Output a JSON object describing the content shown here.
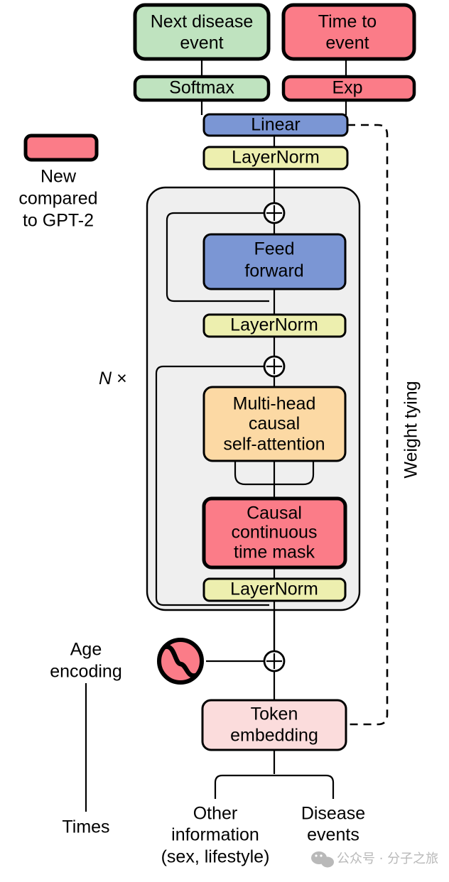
{
  "title": "Transformer-based disease event model architecture (GPT-2 style)",
  "legend": {
    "swatch_color": "#FB7C88",
    "label_lines": [
      "New",
      "compared",
      "to GPT-2"
    ],
    "label_text": "New compared to GPT-2"
  },
  "colors": {
    "green": "#BFE3BF",
    "red": "#FB7C88",
    "blue": "#7B96D4",
    "yellow": "#EDEFAF",
    "orange": "#FCD9A4",
    "pink_light": "#FBDCDC",
    "block_gray": "#EFEFEF",
    "stroke": "#000000"
  },
  "nodes": {
    "next_disease_event": {
      "label": "Next disease event",
      "lines": [
        "Next disease",
        "event"
      ],
      "color": "#BFE3BF"
    },
    "time_to_event": {
      "label": "Time to event",
      "lines": [
        "Time to",
        "event"
      ],
      "color": "#FB7C88"
    },
    "softmax": {
      "label": "Softmax",
      "lines": [
        "Softmax"
      ],
      "color": "#BFE3BF"
    },
    "exp": {
      "label": "Exp",
      "lines": [
        "Exp"
      ],
      "color": "#FB7C88"
    },
    "linear": {
      "label": "Linear",
      "lines": [
        "Linear"
      ],
      "color": "#7B96D4"
    },
    "layernorm_top": {
      "label": "LayerNorm",
      "lines": [
        "LayerNorm"
      ],
      "color": "#EDEFAF"
    },
    "feed_forward": {
      "label": "Feed forward",
      "lines": [
        "Feed",
        "forward"
      ],
      "color": "#7B96D4"
    },
    "layernorm_mid": {
      "label": "LayerNorm",
      "lines": [
        "LayerNorm"
      ],
      "color": "#EDEFAF"
    },
    "attention": {
      "label": "Multi-head causal self-attention",
      "lines": [
        "Multi-head",
        "causal",
        "self-attention"
      ],
      "color": "#FCD9A4"
    },
    "causal_mask": {
      "label": "Causal continuous time mask",
      "lines": [
        "Causal",
        "continuous",
        "time mask"
      ],
      "color": "#FB7C88"
    },
    "layernorm_bottom": {
      "label": "LayerNorm",
      "lines": [
        "LayerNorm"
      ],
      "color": "#EDEFAF"
    },
    "token_embedding": {
      "label": "Token embedding",
      "lines": [
        "Token",
        "embedding"
      ],
      "color": "#FBDCDC"
    }
  },
  "annotations": {
    "repeat_block": {
      "n_symbol": "N",
      "times_symbol": "×",
      "text": "N ×"
    },
    "weight_tying": "Weight tying",
    "age_encoding": {
      "lines": [
        "Age",
        "encoding"
      ],
      "text": "Age encoding",
      "icon": "sine-wave-circle-icon"
    },
    "times": "Times",
    "other_information": {
      "lines": [
        "Other",
        "information",
        "(sex, lifestyle)"
      ],
      "text": "Other information (sex, lifestyle)"
    },
    "disease_events": {
      "lines": [
        "Disease",
        "events"
      ],
      "text": "Disease events"
    },
    "residual_add_symbol": "⊕"
  },
  "watermark": {
    "icon": "wechat-icon",
    "text": "公众号 · 分子之旅"
  }
}
